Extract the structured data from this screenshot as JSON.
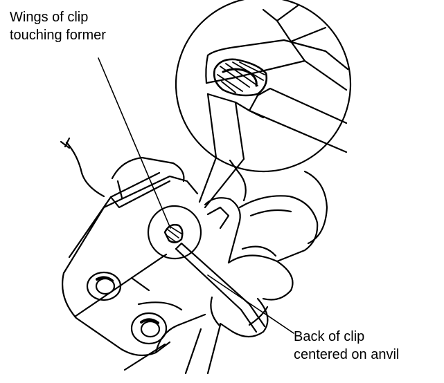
{
  "labels": {
    "wings_line1": "Wings of clip",
    "wings_line2": "touching former",
    "back_line1": "Back of clip",
    "back_line2": "centered on anvil"
  },
  "colors": {
    "ink": "#000000",
    "paper": "#ffffff"
  }
}
